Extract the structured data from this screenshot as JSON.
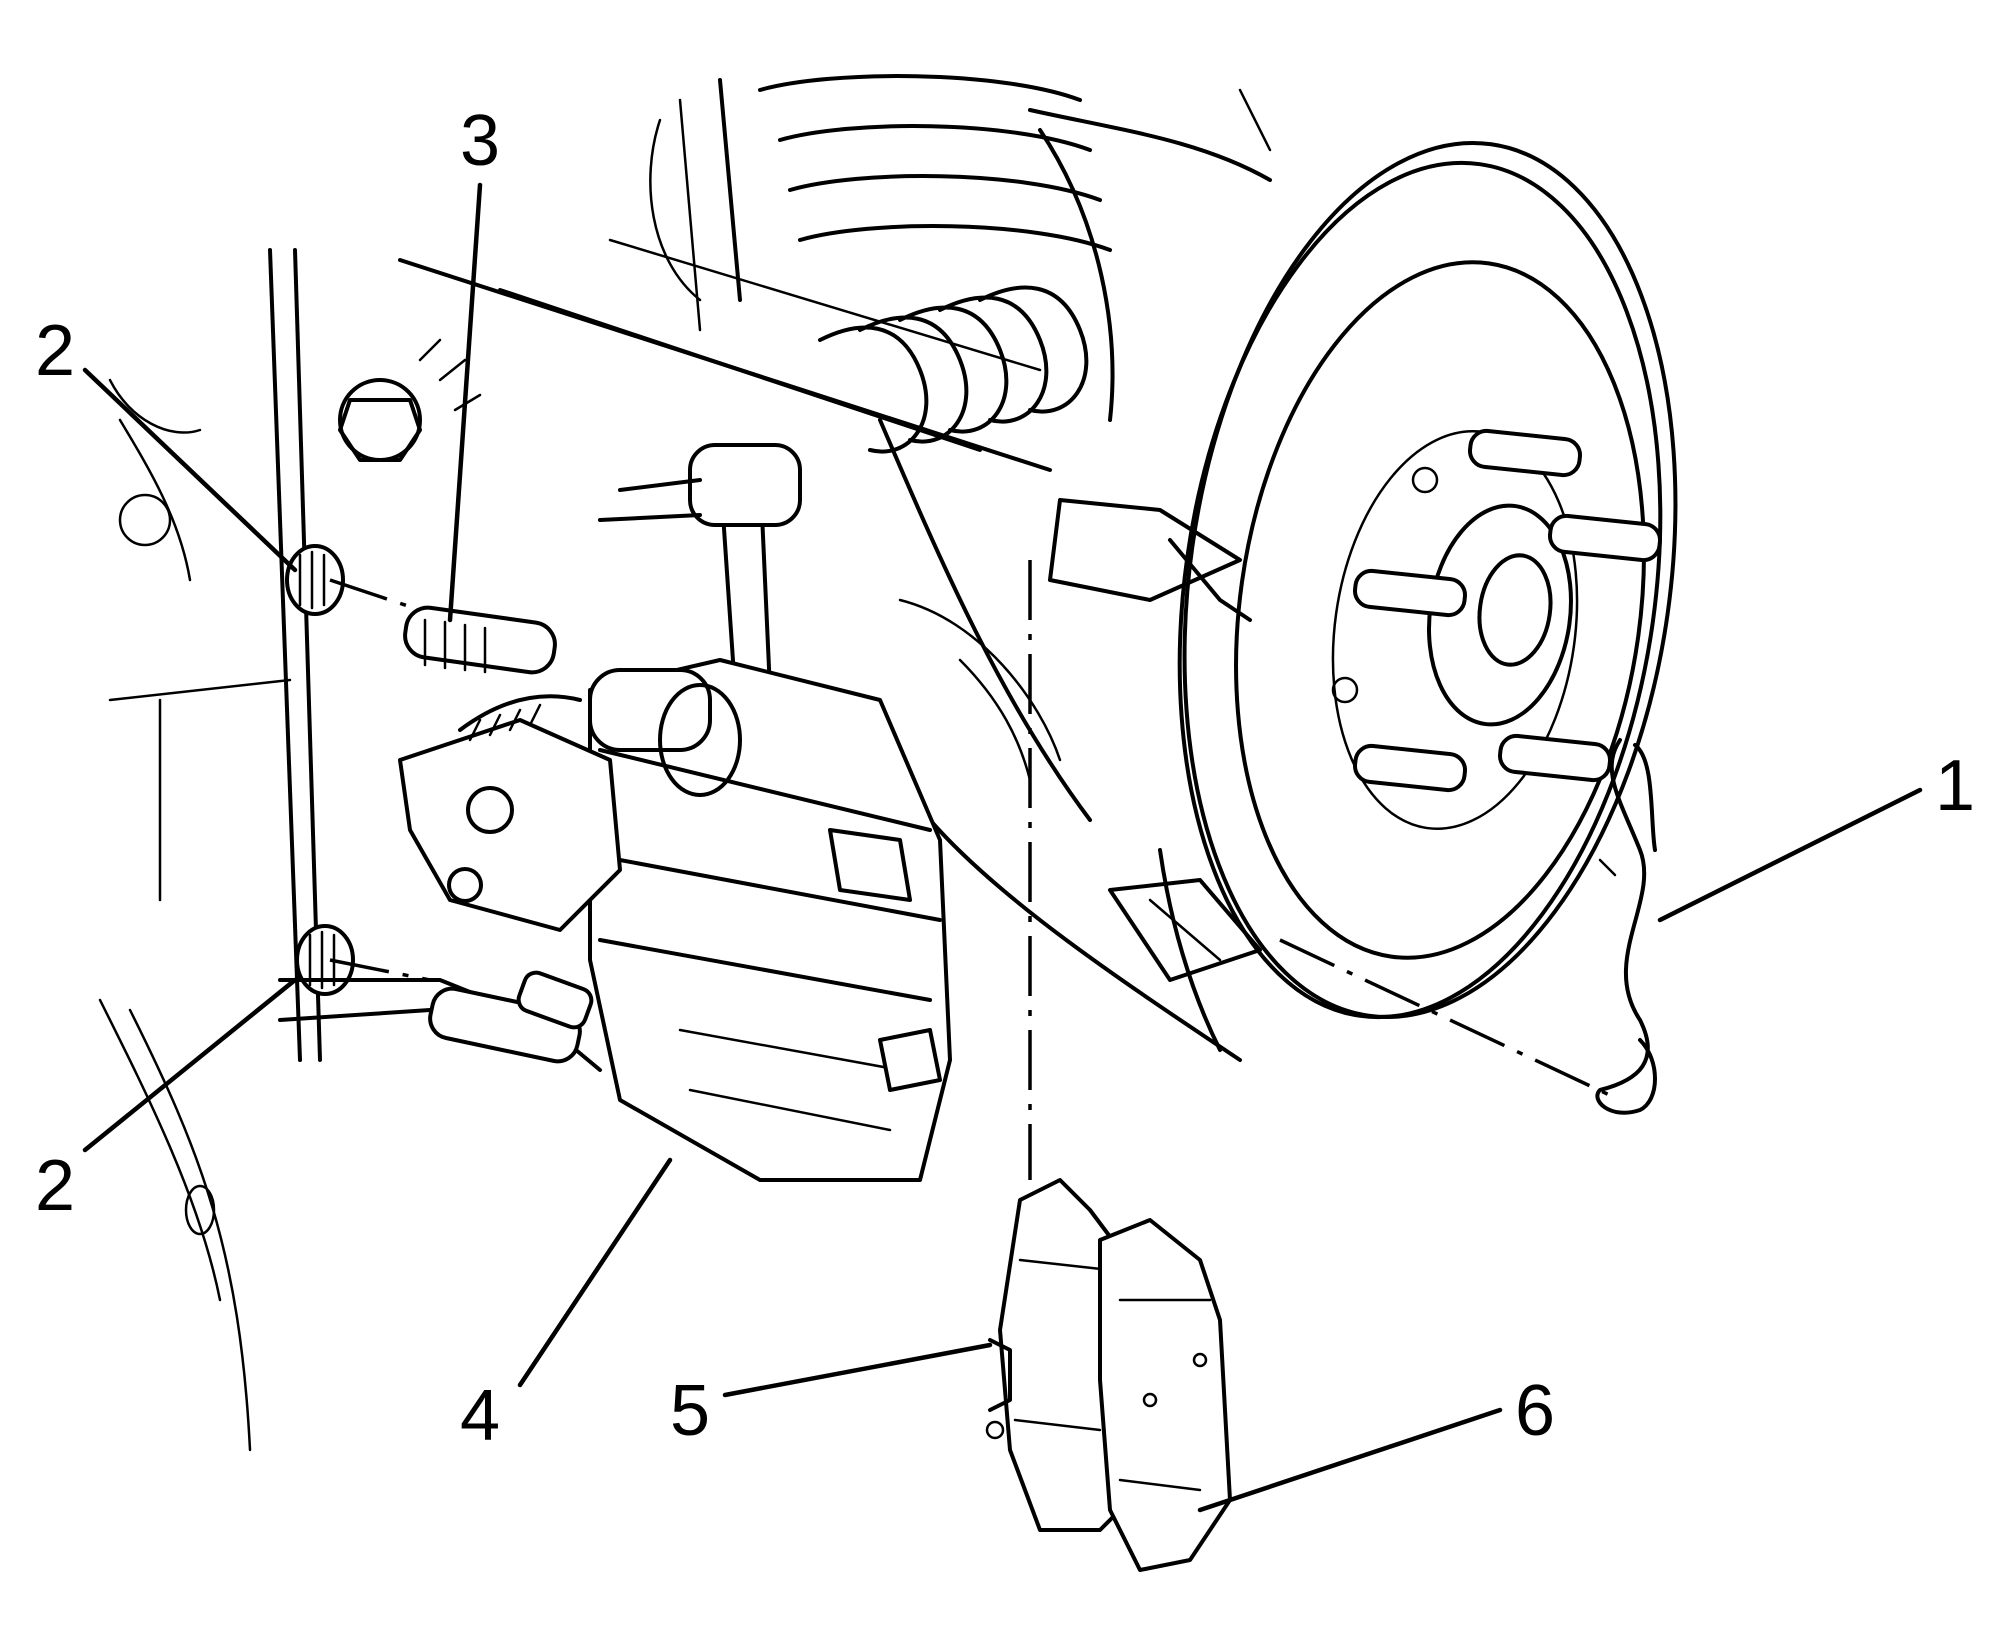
{
  "callouts": [
    {
      "id": "1",
      "label": "1"
    },
    {
      "id": "2a",
      "label": "2"
    },
    {
      "id": "2b",
      "label": "2"
    },
    {
      "id": "3",
      "label": "3"
    },
    {
      "id": "4",
      "label": "4"
    },
    {
      "id": "5",
      "label": "5"
    },
    {
      "id": "6",
      "label": "6"
    }
  ],
  "colors": {
    "line": "#000000",
    "background": "#ffffff"
  }
}
